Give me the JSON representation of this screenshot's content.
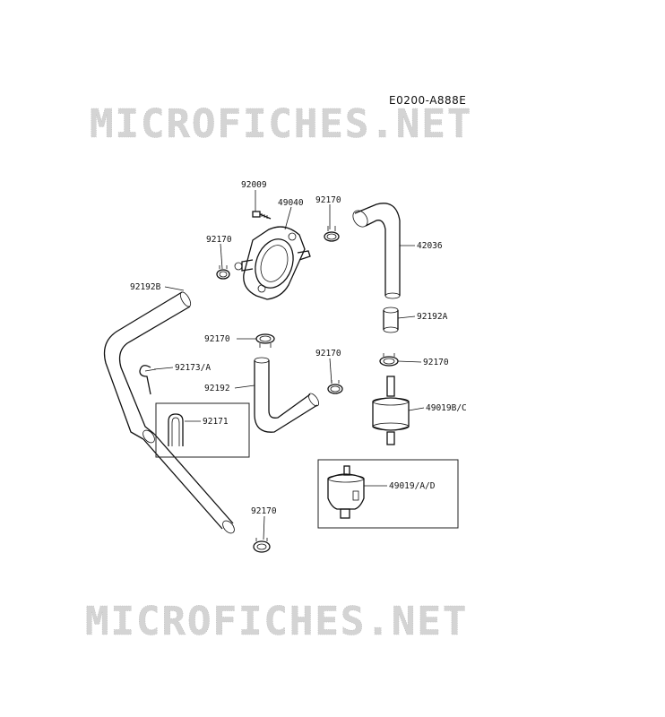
{
  "diagram_code": "E0200-A888E",
  "watermark": "MICROFICHES.NET",
  "labels": {
    "p92009": "92009",
    "p49040": "49040",
    "p92170_top": "92170",
    "p92170_left": "92170",
    "p42036": "42036",
    "p92192B": "92192B",
    "p92192A": "92192A",
    "p92170_mid": "92170",
    "p92170_right_a": "92170",
    "p92170_right_b": "92170",
    "p92173A": "92173/A",
    "p92192": "92192",
    "p92171": "92171",
    "p49019BC": "49019B/C",
    "p49019AD": "49019/A/D",
    "p92170_bottom": "92170"
  }
}
